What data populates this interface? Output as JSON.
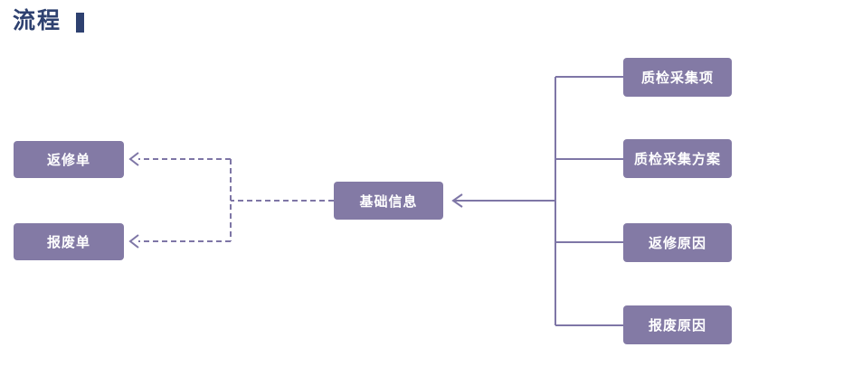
{
  "page": {
    "background_color": "#ffffff"
  },
  "header": {
    "title": "流程",
    "accent_color": "#2e4170"
  },
  "diagram": {
    "node_fill_color": "#837aa5",
    "node_text_color": "#ffffff",
    "connector_color": "#7e76a6",
    "nodes": {
      "repair_order": {
        "label": "返修单"
      },
      "scrap_order": {
        "label": "报废单"
      },
      "basic_info": {
        "label": "基础信息"
      },
      "qc_item": {
        "label": "质检采集项"
      },
      "qc_plan": {
        "label": "质检采集方案"
      },
      "repair_reason": {
        "label": "返修原因"
      },
      "scrap_reason": {
        "label": "报废原因"
      }
    },
    "edges": [
      {
        "from": "qc_item",
        "to": "basic_info",
        "style": "solid",
        "arrow": "into-basic-info"
      },
      {
        "from": "qc_plan",
        "to": "basic_info",
        "style": "solid",
        "arrow": "into-basic-info"
      },
      {
        "from": "repair_reason",
        "to": "basic_info",
        "style": "solid",
        "arrow": "into-basic-info"
      },
      {
        "from": "scrap_reason",
        "to": "basic_info",
        "style": "solid",
        "arrow": "into-basic-info"
      },
      {
        "from": "basic_info",
        "to": "repair_order",
        "style": "dashed",
        "arrow": "into-repair-order"
      },
      {
        "from": "basic_info",
        "to": "scrap_order",
        "style": "dashed",
        "arrow": "into-scrap-order"
      }
    ]
  }
}
